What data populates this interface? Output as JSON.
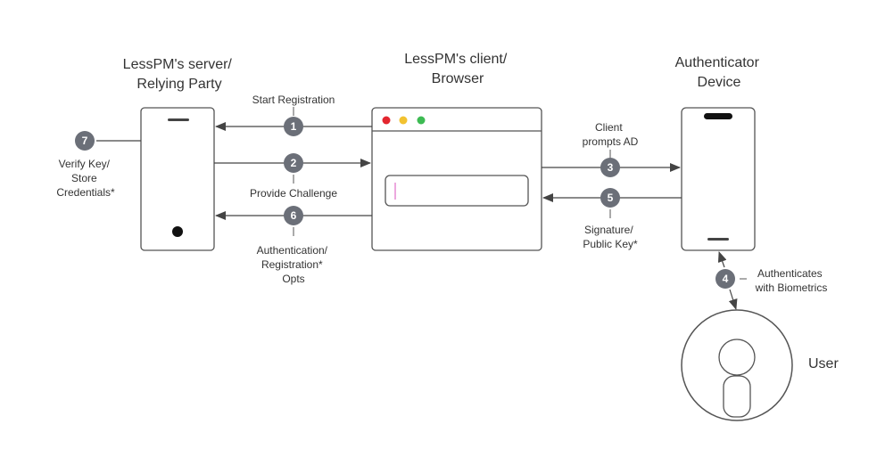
{
  "titles": {
    "server": [
      "LessPM's server/",
      "Relying Party"
    ],
    "client": [
      "LessPM's client/",
      "Browser"
    ],
    "authenticator": [
      "Authenticator",
      "Device"
    ],
    "user": "User"
  },
  "steps": [
    {
      "number": "1",
      "label": [
        "Start Registration"
      ]
    },
    {
      "number": "2",
      "label": [
        "Provide Challenge"
      ]
    },
    {
      "number": "3",
      "label": [
        "Client",
        "prompts AD"
      ]
    },
    {
      "number": "4",
      "label": [
        "Authenticates",
        "with Biometrics"
      ]
    },
    {
      "number": "5",
      "label": [
        "Signature/",
        "Public Key*"
      ]
    },
    {
      "number": "6",
      "label": [
        "Authentication/",
        "Registration*",
        "Opts"
      ]
    },
    {
      "number": "7",
      "label": [
        "Verify Key/",
        "Store",
        "Credentials*"
      ]
    }
  ],
  "colors": {
    "badge": "#6b6f78",
    "dot_red": "#e3262f",
    "dot_yellow": "#f2c230",
    "dot_green": "#3dbb53",
    "cursor": "#e58ad2"
  }
}
